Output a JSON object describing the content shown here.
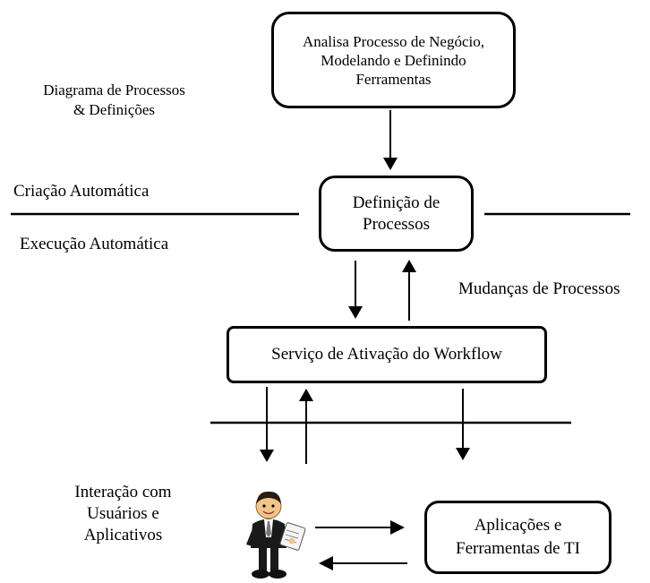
{
  "boxes": {
    "top": [
      "Analisa Processo de Negócio,",
      "Modelando e Definindo",
      "Ferramentas"
    ],
    "definition": [
      "Definição de",
      "Processos"
    ],
    "workflow": "Serviço de Ativação do Workflow",
    "apps": [
      "Aplicações e",
      "Ferramentas de TI"
    ]
  },
  "labels": {
    "diagram": [
      "Diagrama de Processos",
      "& Definições"
    ],
    "creation": "Criação Automática",
    "execution": "Execução Automática",
    "changes": "Mudanças de Processos",
    "interaction": [
      "Interação com",
      "Usuários e",
      "Aplicativos"
    ]
  },
  "icons": {
    "person": "person-icon"
  }
}
